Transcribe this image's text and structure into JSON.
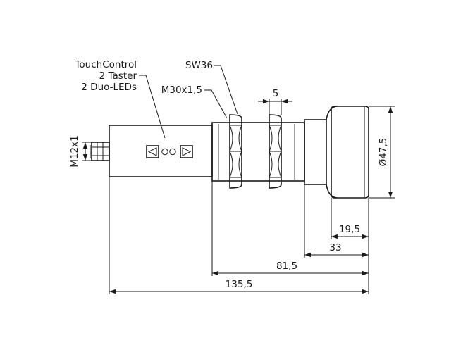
{
  "callouts": {
    "touchcontrol_line1": "TouchControl",
    "touchcontrol_line2": "2 Taster",
    "touchcontrol_line3": "2 Duo-LEDs",
    "wrench_size": "SW36",
    "thread": "M30x1,5",
    "connector_thread": "M12x1"
  },
  "dimensions": {
    "nut_width": "5",
    "head_diameter": "Ø47,5",
    "head_length": "19,5",
    "head_plus_neck": "33",
    "threaded_to_end": "81,5",
    "overall_length": "135,5"
  },
  "icons": [
    "left-triangle-button-icon",
    "led-icon",
    "led-icon",
    "right-triangle-button-icon"
  ]
}
